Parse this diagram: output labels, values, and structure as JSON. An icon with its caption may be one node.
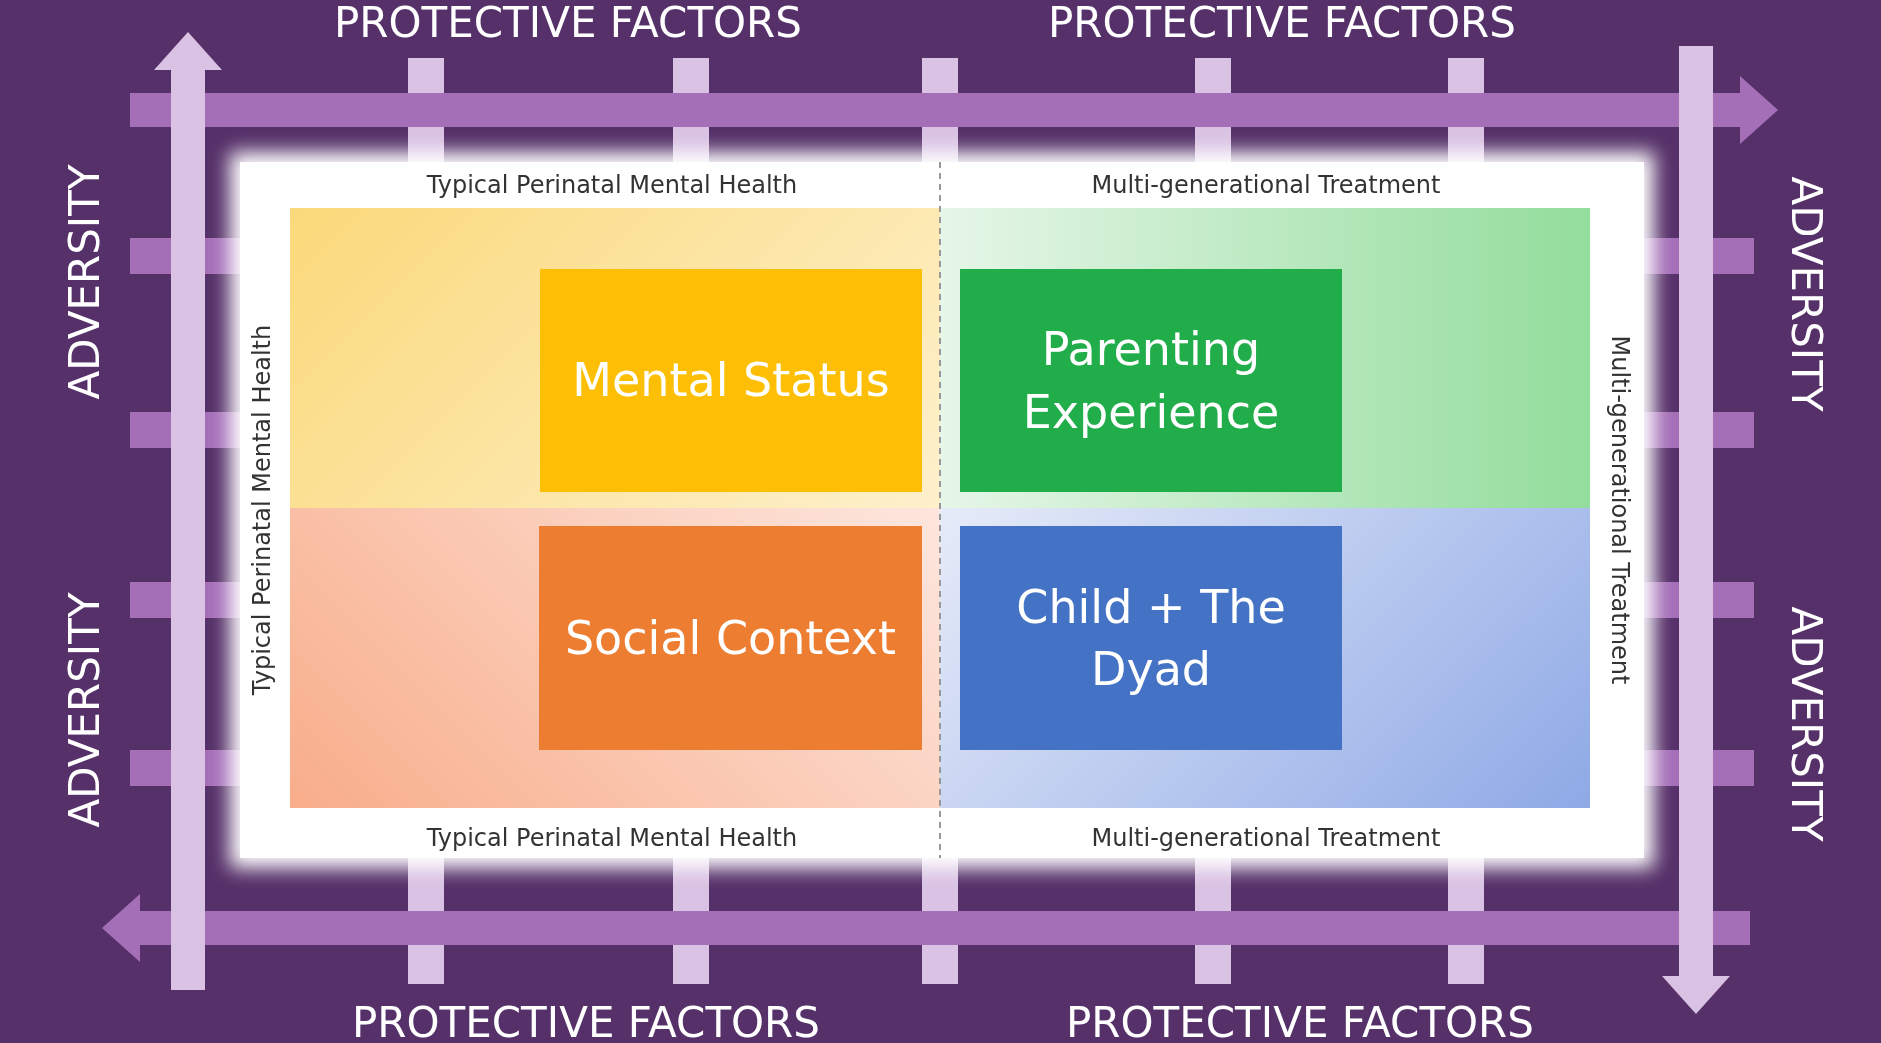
{
  "diagram": {
    "nodes": [
      {
        "text": [
          "Mental Status"
        ]
      },
      {
        "text": [
          "Parenting Experience"
        ]
      },
      {
        "text": [
          "Social Context"
        ]
      },
      {
        "text": [
          "Child + The Dyad"
        ]
      }
    ],
    "labels": [
      "PROTECTIVE FACTORS",
      "PROTECTIVE FACTORS",
      "Typical Perinatal Mental Health",
      "Multi-generational Treatment",
      "ADVERSITY",
      "ADVERSITY",
      "Typical Perinatal Mental Health",
      "Multi-generational Treatment",
      "ADVERSITY",
      "ADVERSITY",
      "Typical Perinatal Mental Health",
      "Multi-generational Treatment",
      "PROTECTIVE FACTORS",
      "PROTECTIVE FACTORS"
    ]
  }
}
